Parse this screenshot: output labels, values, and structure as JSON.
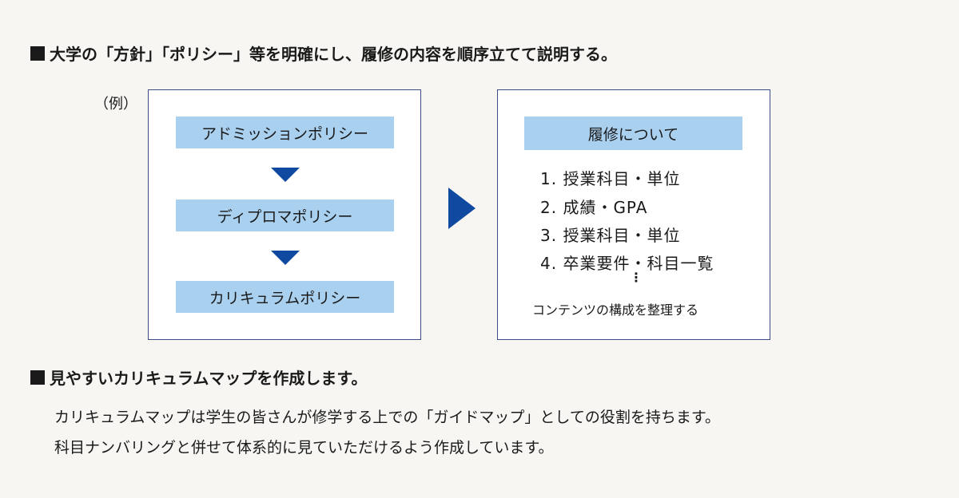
{
  "heading1": "大学の「方針」「ポリシー」等を明確にし、履修の内容を順序立てて説明する。",
  "example_label": "（例）",
  "policies": [
    "アドミッションポリシー",
    "ディプロマポリシー",
    "カリキュラムポリシー"
  ],
  "right_panel": {
    "title": "履修について",
    "items": [
      "1. 授業科目・単位",
      "2. 成績・GPA",
      "3. 授業科目・単位",
      "4. 卒業要件・科目一覧"
    ],
    "ellipsis": "⋮",
    "summary": "コンテンツの構成を整理する"
  },
  "heading2": "見やすいカリキュラムマップを作成します。",
  "sentences": [
    "カリキュラムマップは学生の皆さんが修学する上での「ガイドマップ」としての役割を持ちます。",
    "科目ナンバリングと併せて体系的に見ていただけるよう作成しています。"
  ],
  "colors": {
    "accent": "#0f4aa0",
    "bar": "#a9d0ef",
    "border": "#3c4e87",
    "background": "#f7f6f2"
  }
}
